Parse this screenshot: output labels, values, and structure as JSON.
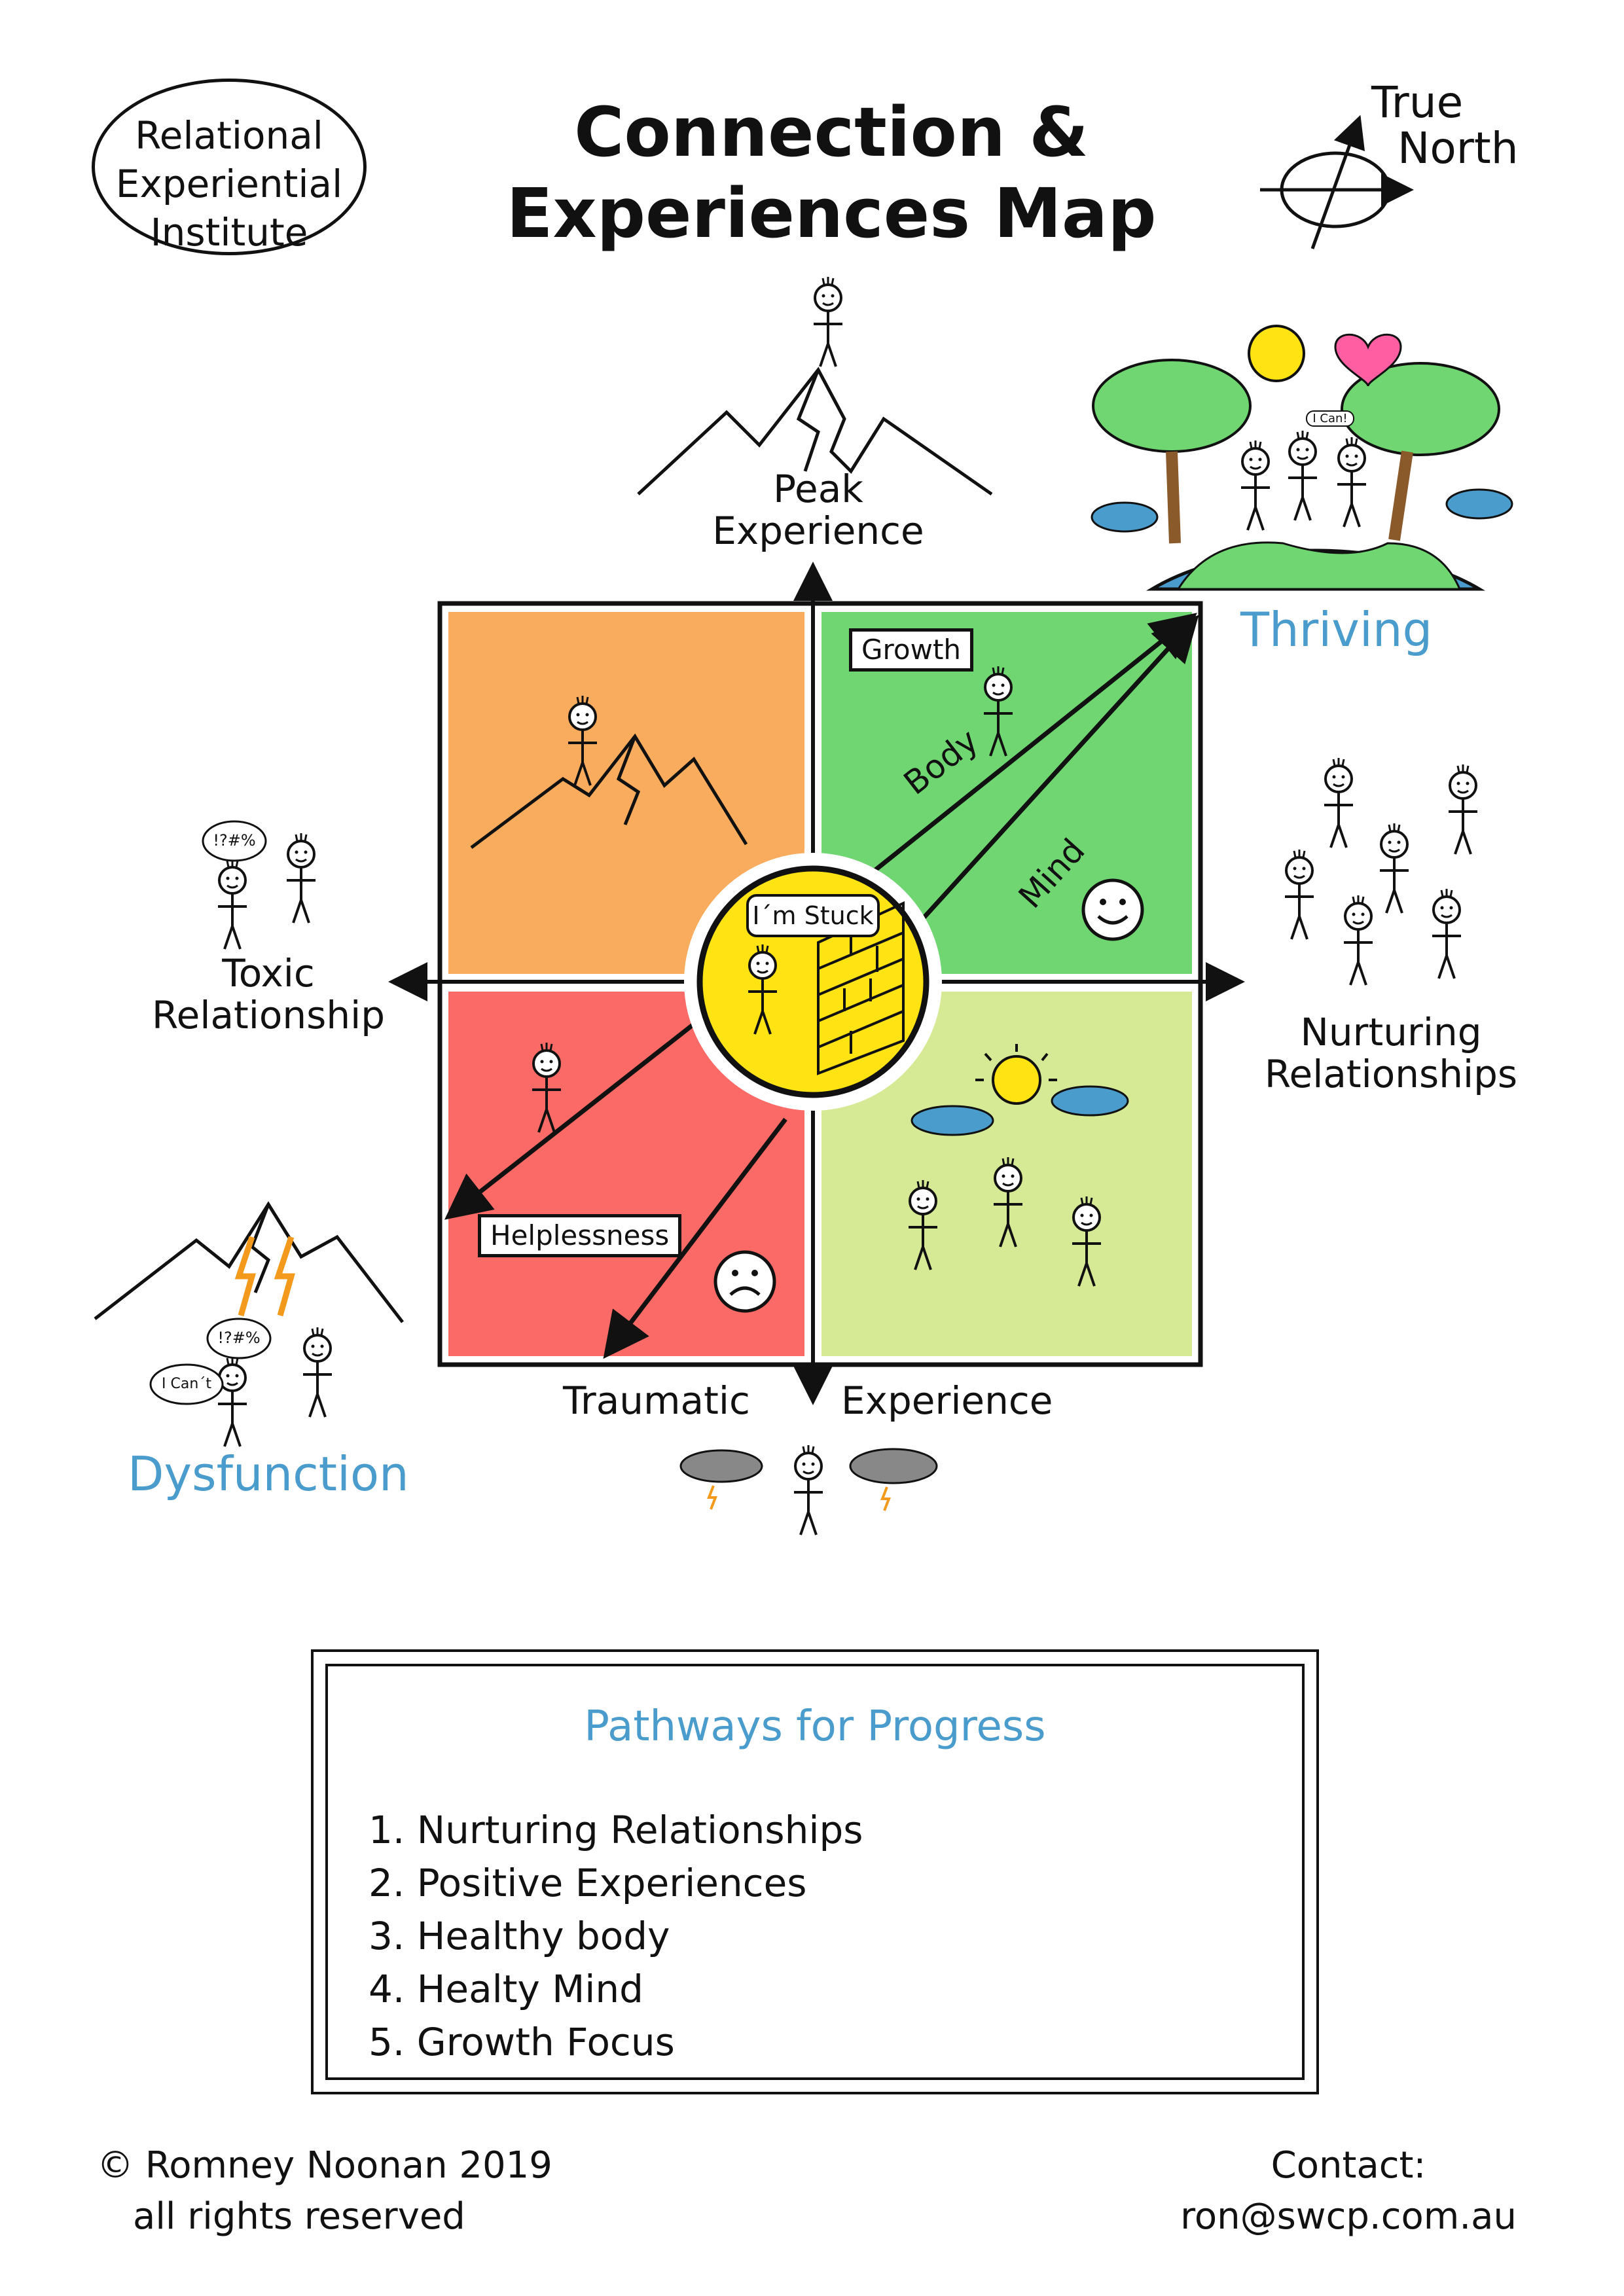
{
  "logo": {
    "lines": [
      "Relational",
      "Experiential",
      "Institute"
    ]
  },
  "title": {
    "line1": "Connection &",
    "line2": "Experiences Map"
  },
  "compass": {
    "line1": "True",
    "line2": "North"
  },
  "axes": {
    "top": {
      "line1": "Peak",
      "line2": "Experience"
    },
    "left": {
      "line1": "Toxic",
      "line2": "Relationship"
    },
    "right": {
      "line1": "Nurturing",
      "line2": "Relationships"
    },
    "bottom_left": "Traumatic",
    "bottom_right": "Experience"
  },
  "corners": {
    "top_right": "Thriving",
    "bottom_left": "Dysfunction"
  },
  "quadrant_tags": {
    "growth": "Growth",
    "helplessness": "Helplessness"
  },
  "arrows": {
    "body": "Body",
    "mind": "Mind"
  },
  "center_bubble": "I´m Stuck",
  "speech": {
    "swear": "!?#%",
    "cant": "I Can´t",
    "can": "I Can!"
  },
  "colors": {
    "orange": "#f9ac5d",
    "green": "#6fd672",
    "red": "#fb6a66",
    "lightgreen": "#d6ea95",
    "yellow": "#ffe312",
    "blue": "#4a9ccd"
  },
  "pathways": {
    "title": "Pathways for Progress",
    "items": [
      "1.  Nurturing Relationships",
      "2.  Positive Experiences",
      "3.  Healthy body",
      "4.  Healty Mind",
      "5.  Growth Focus"
    ]
  },
  "footer": {
    "copyright_line1": "© Romney Noonan 2019",
    "copyright_line2": "all rights reserved",
    "contact_label": "Contact:",
    "contact_email": "ron@swcp.com.au"
  }
}
